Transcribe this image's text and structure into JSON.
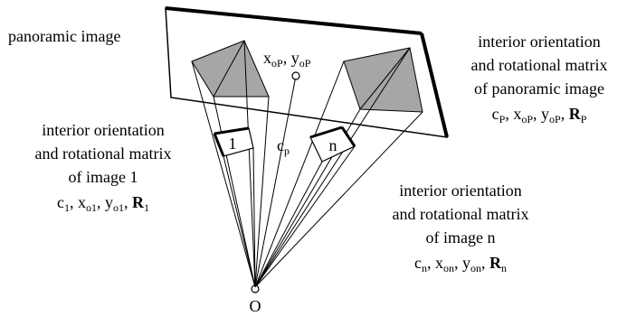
{
  "labels": {
    "panoramic_image": "panoramic image",
    "principal_point": {
      "x": "x",
      "x_sub": "oP",
      "sep": ", ",
      "y": "y",
      "y_sub": "oP"
    },
    "camera_constant": {
      "c": "c",
      "c_sub": "p"
    },
    "projection_center": "O",
    "image_1_number": "1",
    "image_n_number": "n"
  },
  "panoramic_block": {
    "line1": "interior orientation",
    "line2": "and rotational matrix",
    "line3": "of panoramic image",
    "params": {
      "c": "c",
      "c_sub": "P",
      "x": "x",
      "x_sub": "oP",
      "y": "y",
      "y_sub": "oP",
      "R": "R",
      "R_sub": "P",
      "sep": ", "
    }
  },
  "image1_block": {
    "line1": "interior orientation",
    "line2": "and rotational matrix",
    "line3": "of image 1",
    "params": {
      "c": "c",
      "c_sub": "1",
      "x": "x",
      "x_sub": "o1",
      "y": "y",
      "y_sub": "o1",
      "R": "R",
      "R_sub": "1",
      "sep": ", "
    }
  },
  "imagen_block": {
    "line1": "interior orientation",
    "line2": "and rotational matrix",
    "line3": "of image n",
    "params": {
      "c": "c",
      "c_sub": "n",
      "x": "x",
      "x_sub": "on",
      "y": "y",
      "y_sub": "on",
      "R": "R",
      "R_sub": "n",
      "sep": ", "
    }
  },
  "colors": {
    "stroke": "#000000",
    "fill_gray": "#a6a6a6",
    "background": "#ffffff"
  }
}
